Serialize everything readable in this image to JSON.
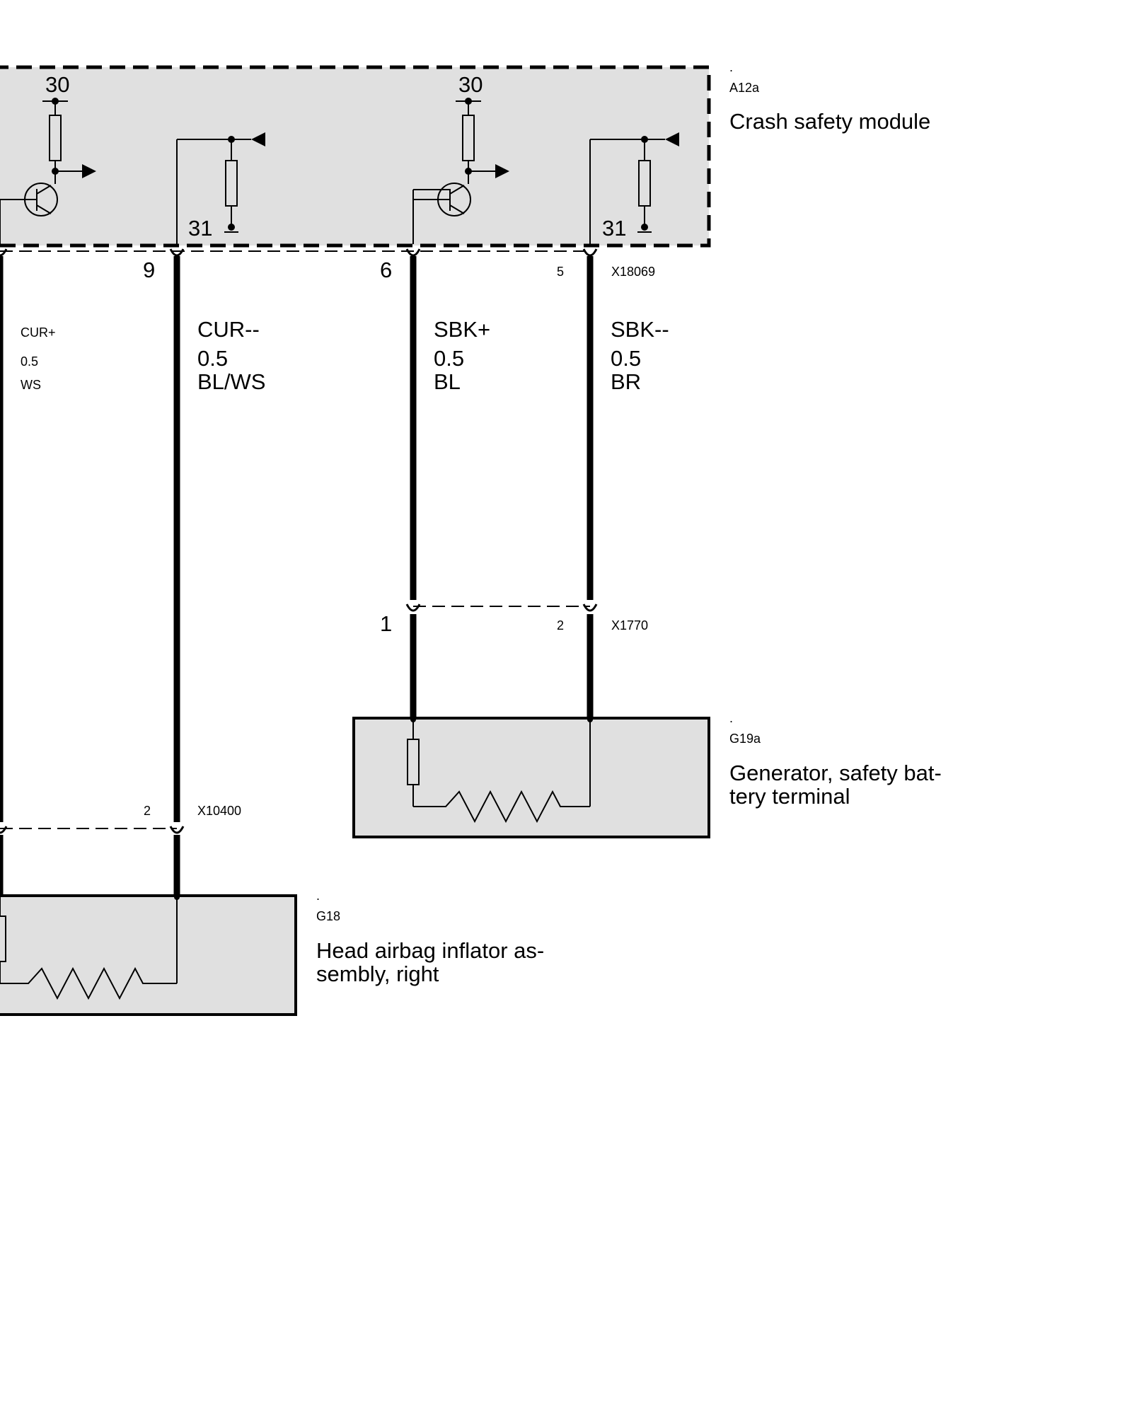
{
  "module": {
    "dot": ".",
    "id": "A12a",
    "name": "Crash safety module",
    "terminal_30_left": "30",
    "terminal_30_right": "30",
    "terminal_31_left": "31",
    "terminal_31_right": "31"
  },
  "connector_x18069": {
    "id": "X18069",
    "pin_9": "9",
    "pin_6": "6",
    "pin_5": "5"
  },
  "wires": {
    "cur_plus": {
      "signal": "CUR+",
      "size": "0.5",
      "color": "WS"
    },
    "cur_minus": {
      "signal": "CUR--",
      "size": "0.5",
      "color": "BL/WS"
    },
    "sbk_plus": {
      "signal": "SBK+",
      "size": "0.5",
      "color": "BL"
    },
    "sbk_minus": {
      "signal": "SBK--",
      "size": "0.5",
      "color": "BR"
    }
  },
  "connector_x1770": {
    "id": "X1770",
    "pin_1": "1",
    "pin_2": "2"
  },
  "generator": {
    "dot": ".",
    "id": "G19a",
    "name_line1": "Generator, safety bat-",
    "name_line2": "tery terminal"
  },
  "connector_x10400": {
    "id": "X10400",
    "pin_2": "2"
  },
  "head_airbag": {
    "dot": ".",
    "id": "G18",
    "name_line1": "Head airbag inflator as-",
    "name_line2": "sembly, right"
  }
}
